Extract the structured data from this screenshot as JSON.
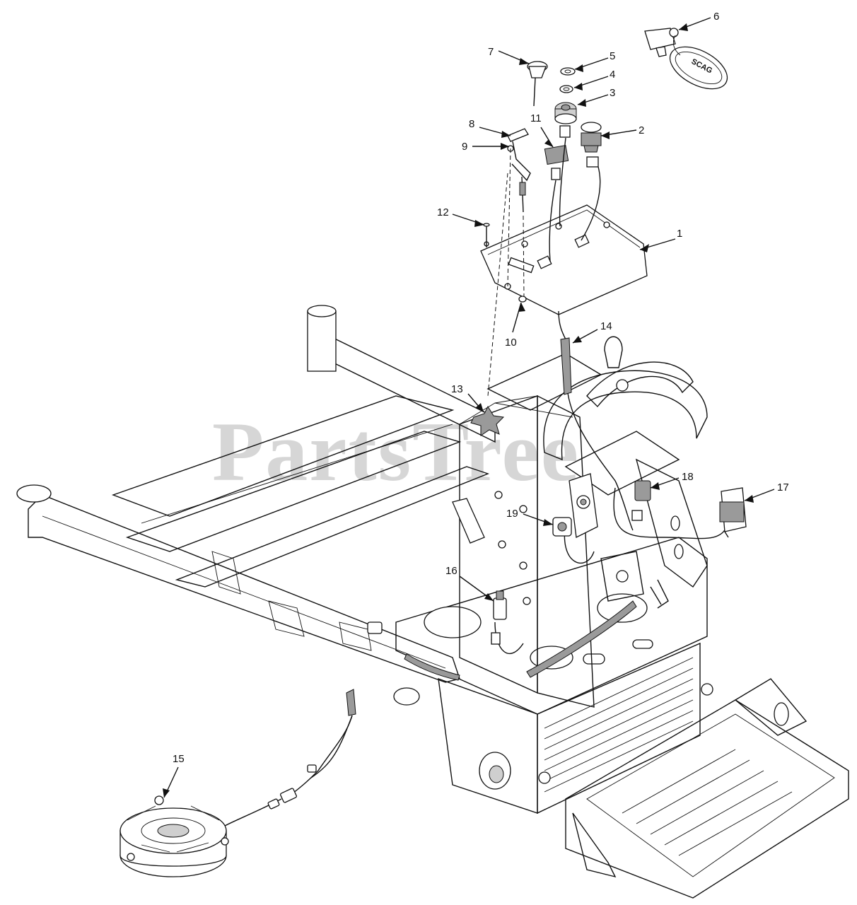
{
  "watermark": "PartsTree",
  "brand_tag": "SCAG",
  "callouts": [
    {
      "label": "1"
    },
    {
      "label": "2"
    },
    {
      "label": "3"
    },
    {
      "label": "4"
    },
    {
      "label": "5"
    },
    {
      "label": "6"
    },
    {
      "label": "7"
    },
    {
      "label": "8"
    },
    {
      "label": "9"
    },
    {
      "label": "10"
    },
    {
      "label": "11"
    },
    {
      "label": "12"
    },
    {
      "label": "13"
    },
    {
      "label": "14"
    },
    {
      "label": "15"
    },
    {
      "label": "16"
    },
    {
      "label": "17"
    },
    {
      "label": "18"
    },
    {
      "label": "19"
    }
  ]
}
